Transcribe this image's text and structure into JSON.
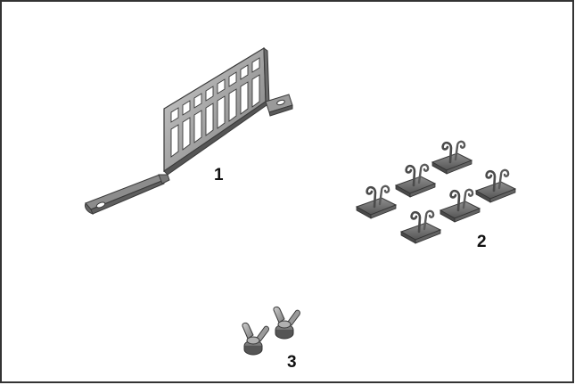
{
  "callouts": {
    "part_1": "1",
    "part_2": "2",
    "part_3": "3"
  },
  "parts": [
    {
      "callout": "1",
      "icon": "slotted-cable-bracket-icon",
      "count": 1
    },
    {
      "callout": "2",
      "icon": "cable-tie-mount-icon",
      "count": 6
    },
    {
      "callout": "3",
      "icon": "wing-nut-icon",
      "count": 2
    }
  ],
  "colors": {
    "metal_light": "#b9b9b9",
    "metal_mid": "#8e8e8e",
    "metal_dark": "#5e5e5e",
    "outline": "#3a3a3a",
    "border": "#333333",
    "label": "#111111"
  }
}
